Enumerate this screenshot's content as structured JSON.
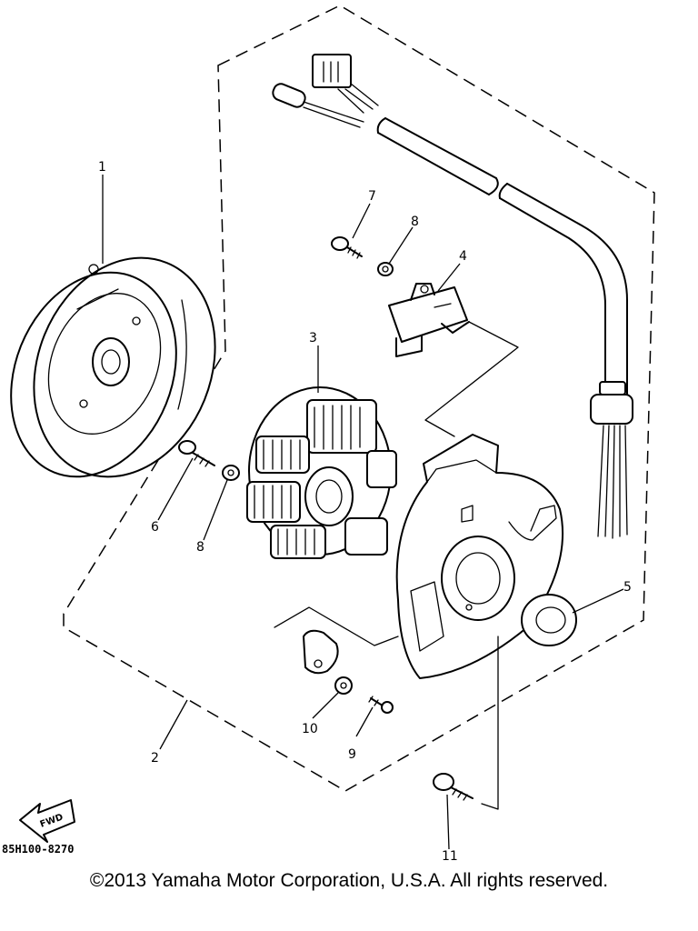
{
  "callouts": {
    "c1": "1",
    "c2": "2",
    "c3": "3",
    "c4": "4",
    "c5": "5",
    "c6": "6",
    "c7": "7",
    "c8a": "8",
    "c8b": "8",
    "c9": "9",
    "c10": "10",
    "c11": "11"
  },
  "fwd_label": "FWD",
  "part_code": "85H100-8270",
  "copyright": "©2013 Yamaha Motor Corporation, U.S.A. All rights reserved."
}
